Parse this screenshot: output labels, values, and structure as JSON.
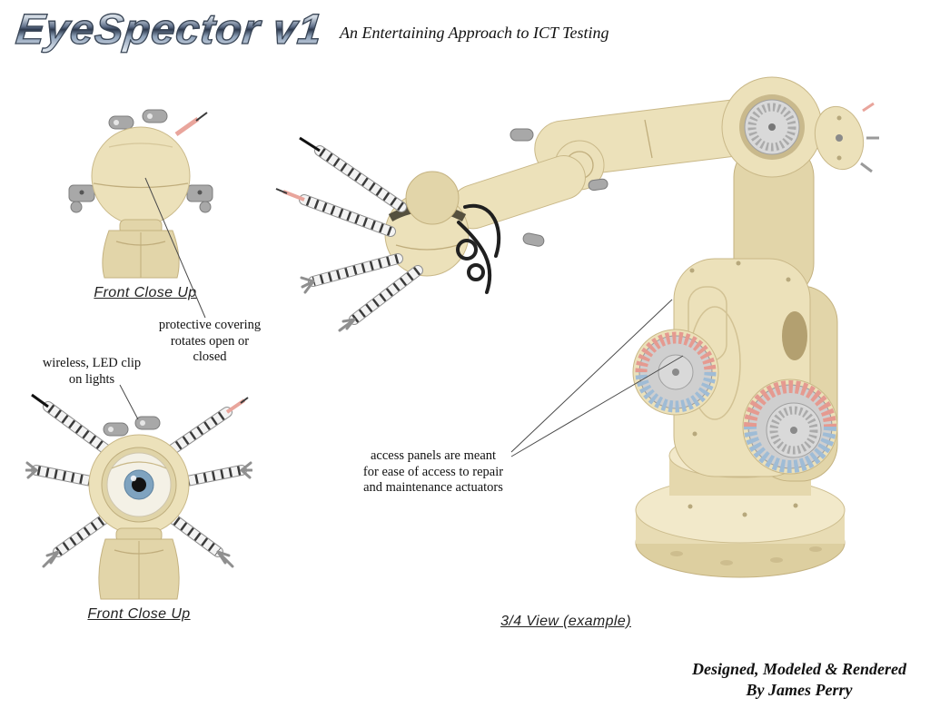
{
  "header": {
    "logo": "EyeSpector v1",
    "tagline": "An Entertaining Approach to ICT Testing"
  },
  "captions": {
    "front_close_up_top": "Front Close Up",
    "front_close_up_bottom": "Front Close Up",
    "three_quarter_view": "3/4 View (example)"
  },
  "annotations": {
    "protective_covering": "protective covering\nrotates open or\nclosed",
    "led_clip": "wireless, LED clip\non lights",
    "access_panels": "access panels are meant\nfor ease of access to repair\nand maintenance actuators"
  },
  "credit": {
    "line1": "Designed, Modeled & Rendered",
    "line2": "By James Perry"
  },
  "colors": {
    "body_cream": "#ece1ba",
    "shade_cream": "#d9c99a",
    "accent_pink": "#e9a59c",
    "accent_blue": "#a9c4da",
    "iris_blue": "#7fa3bf"
  }
}
